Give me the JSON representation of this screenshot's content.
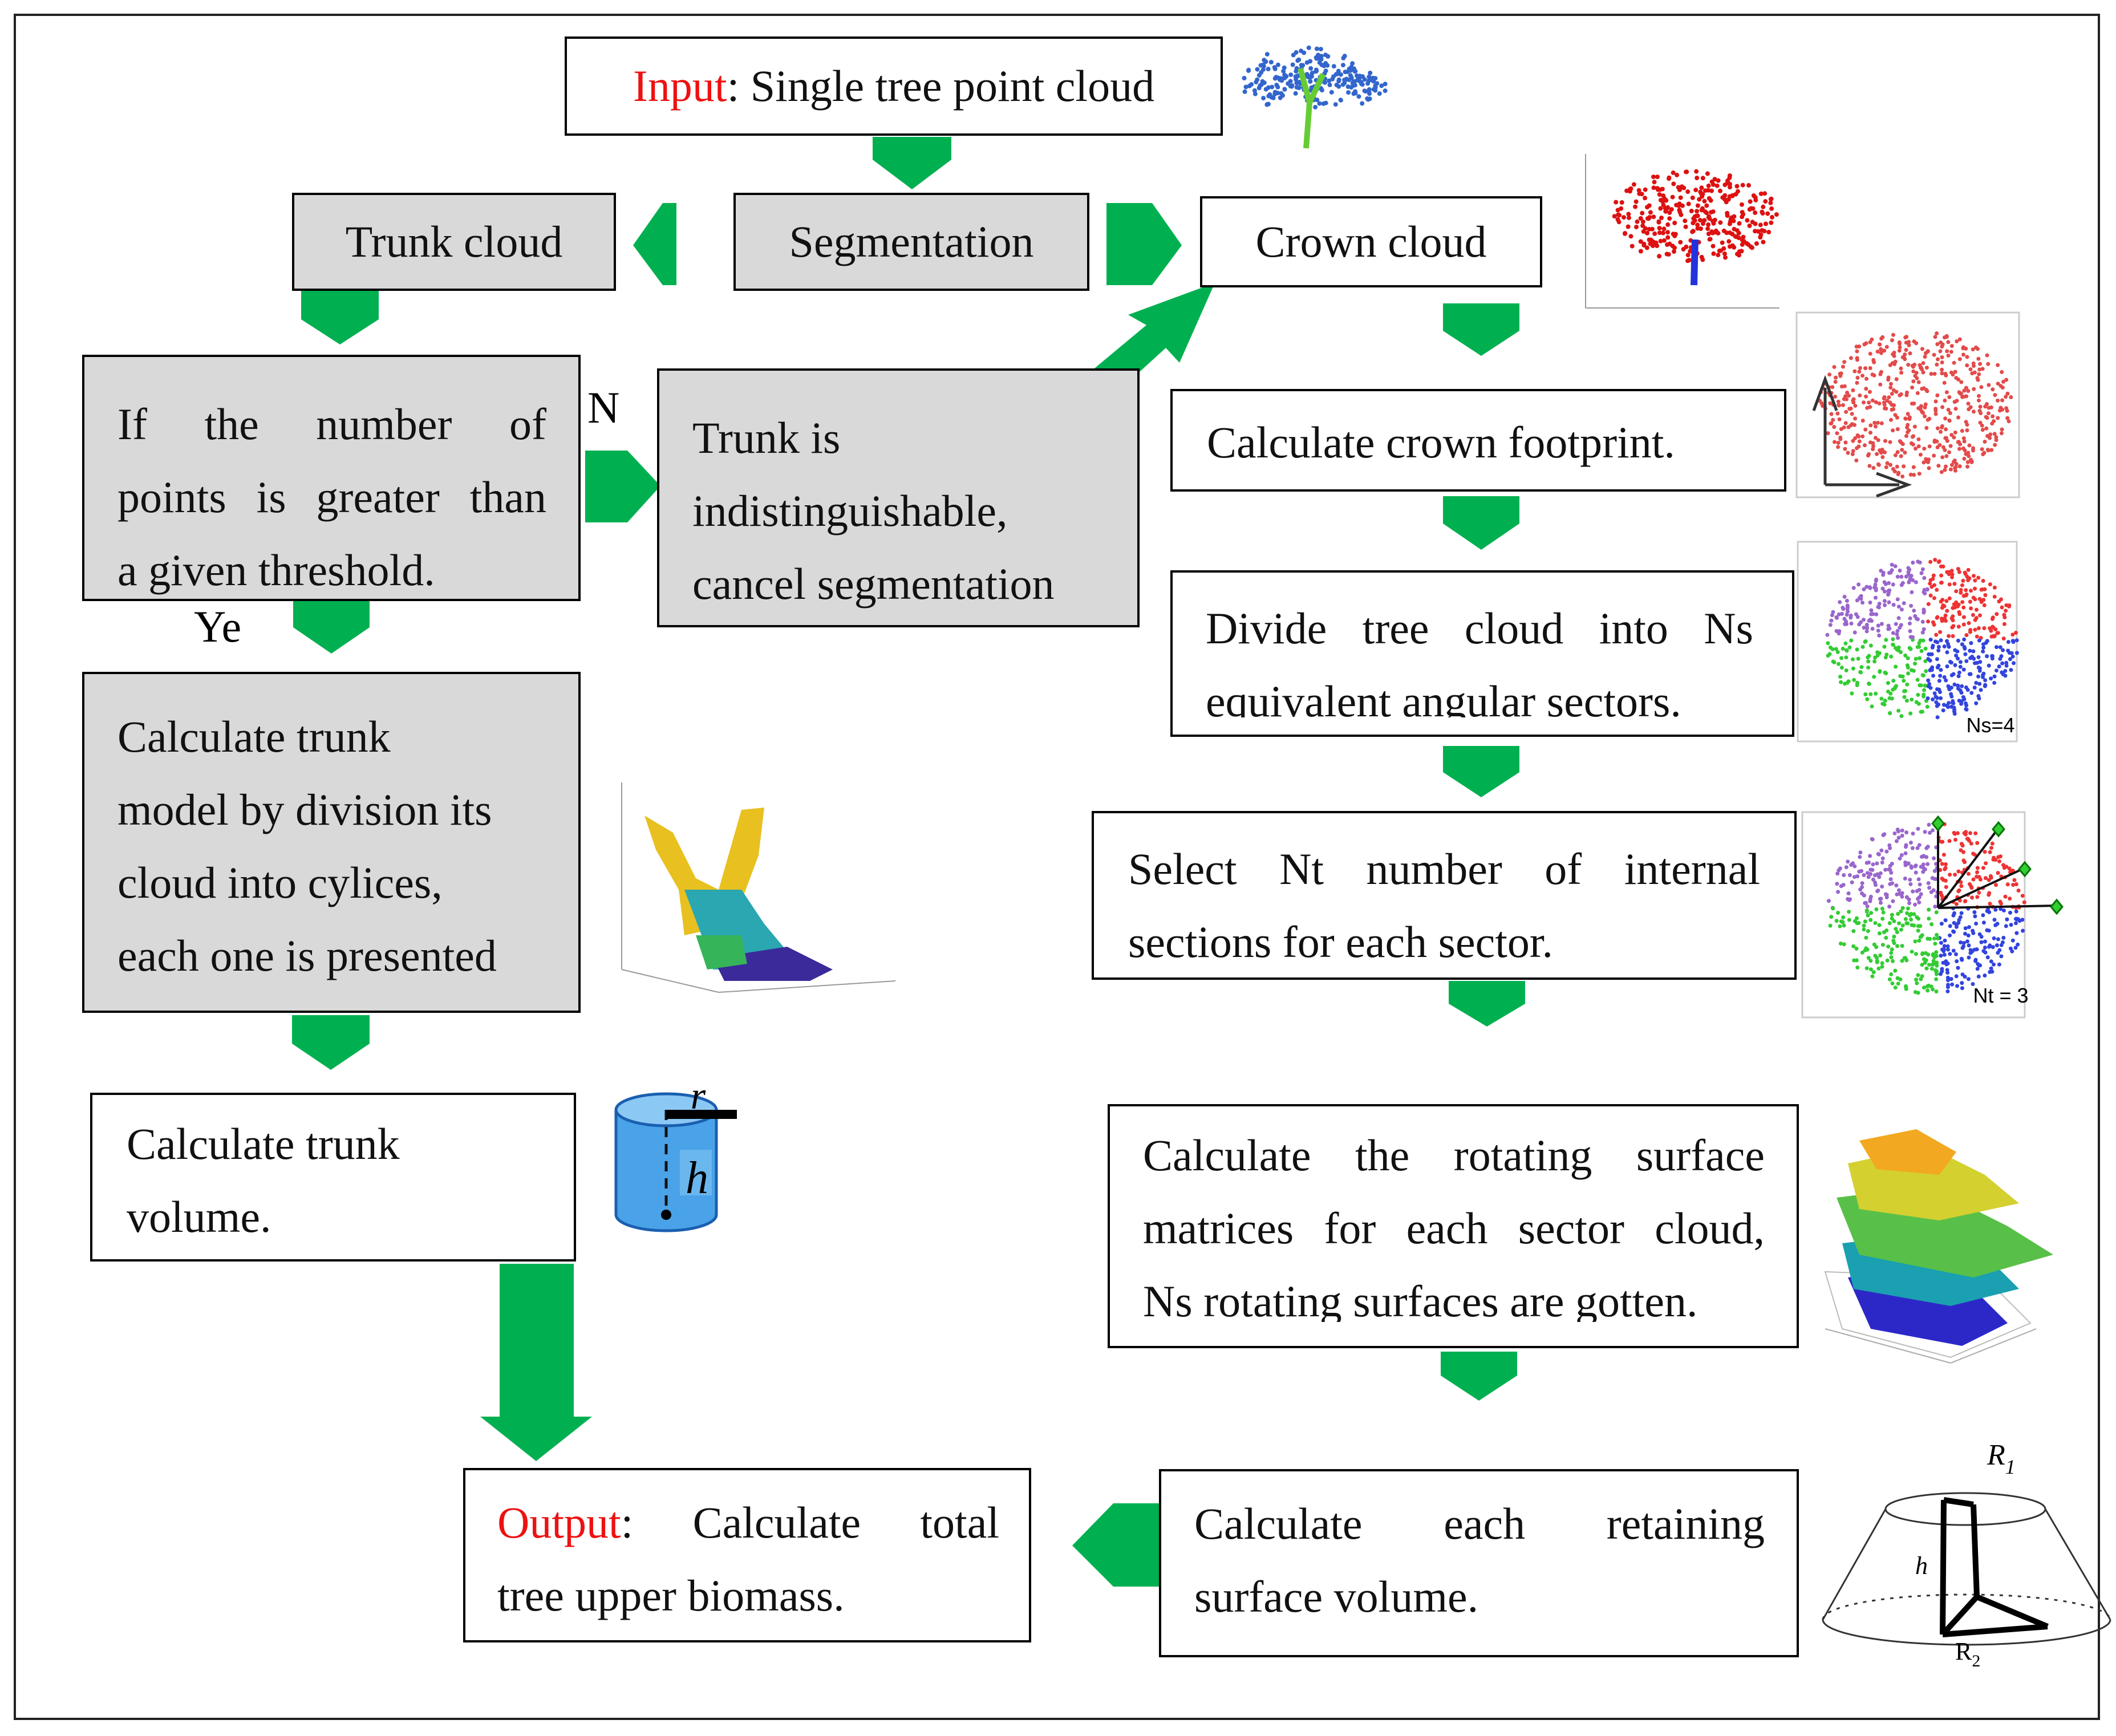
{
  "boxes": {
    "input_label": "Input",
    "input_text": ": Single tree point cloud",
    "segmentation": "Segmentation",
    "trunk_cloud": "Trunk cloud",
    "crown_cloud": "Crown cloud",
    "threshold": [
      "If the number of",
      "points is greater than",
      "a given threshold."
    ],
    "cancel": [
      "Trunk is",
      "indistinguishable,",
      "cancel segmentation"
    ],
    "trunk_model": [
      "Calculate trunk",
      "model by division its",
      "cloud into cylices,",
      "each one is presented"
    ],
    "trunk_volume": [
      "Calculate trunk",
      "volume."
    ],
    "output_label": "Output",
    "output_text": [
      ": Calculate total",
      "tree upper biomass."
    ],
    "footprint": "Calculate crown footprint.",
    "divide": [
      "Divide tree cloud into Ns",
      "equivalent angular sectors."
    ],
    "select": [
      "Select Nt number of internal",
      "sections for each sector."
    ],
    "rotating": [
      "Calculate the rotating surface",
      "matrices for each sector cloud,",
      "Ns rotating surfaces are gotten."
    ],
    "retaining": [
      "Calculate each retaining",
      "surface volume."
    ]
  },
  "labels": {
    "no": "N",
    "yes": "Ye"
  },
  "illustrations": {
    "ns_label": "Ns=4",
    "nt_label": "Nt = 3",
    "cyl_r": "r",
    "cyl_h": "h",
    "frustum_r1": "R",
    "frustum_r1_sub": "1",
    "frustum_h": "h",
    "frustum_r2": "R",
    "frustum_r2_sub": "2"
  },
  "colors": {
    "arrow": "#00b050",
    "gray_box": "#d9d9d9",
    "highlight": "#ee1111"
  }
}
